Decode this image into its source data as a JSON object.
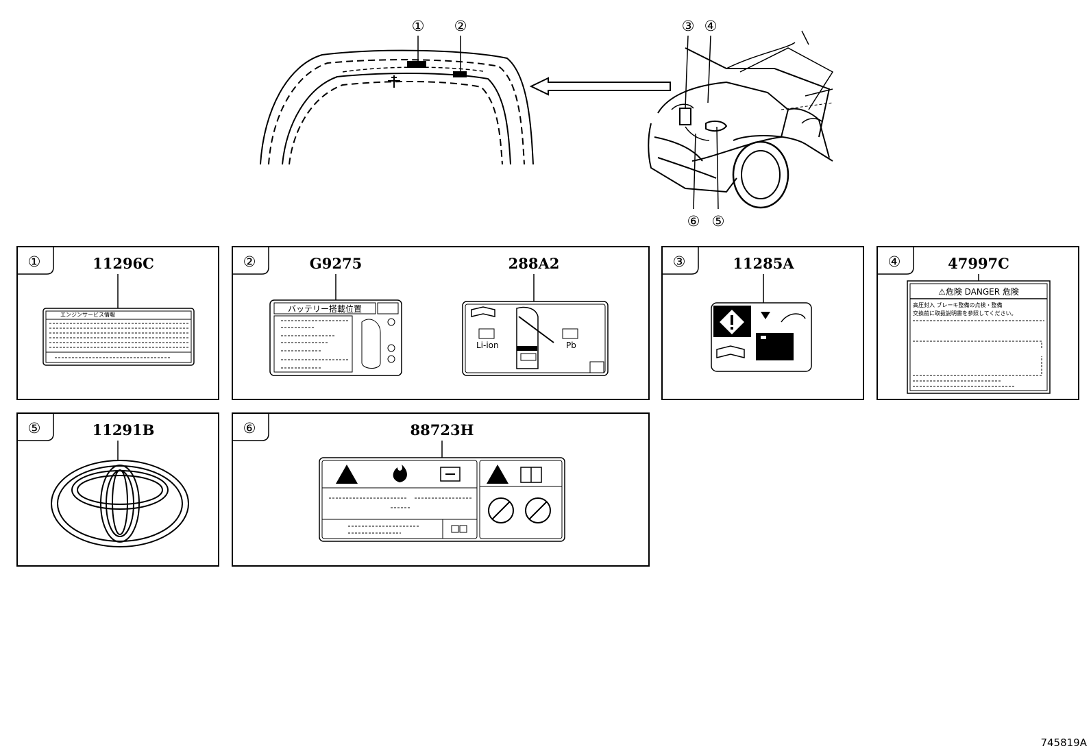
{
  "overview": {
    "callouts": [
      "①",
      "②",
      "③",
      "④",
      "⑤",
      "⑥"
    ]
  },
  "panels": [
    {
      "num": "①",
      "part": "11296C"
    },
    {
      "num": "②",
      "part": "G9275",
      "part2": "288A2"
    },
    {
      "num": "③",
      "part": "11285A"
    },
    {
      "num": "④",
      "part": "47997C"
    },
    {
      "num": "⑤",
      "part": "11291B"
    },
    {
      "num": "⑥",
      "part": "88723H"
    }
  ],
  "labels": {
    "engine_service": "エンジンサービス情報",
    "battery_location": "バッテリー搭載位置",
    "li_ion": "Li-ion",
    "pb": "Pb",
    "danger_header": "⚠危険  DANGER  危険",
    "danger_line1": "高圧封入  ブレーキ整備の点検・整備",
    "danger_line2": "交換前に取扱説明書を参照してください。"
  },
  "diagram_ref": "745819A",
  "icons": [
    "warning-icon",
    "flame-icon",
    "manual-icon",
    "no-smoking-icon",
    "no-open-flame-icon",
    "toyota-emblem-icon"
  ]
}
